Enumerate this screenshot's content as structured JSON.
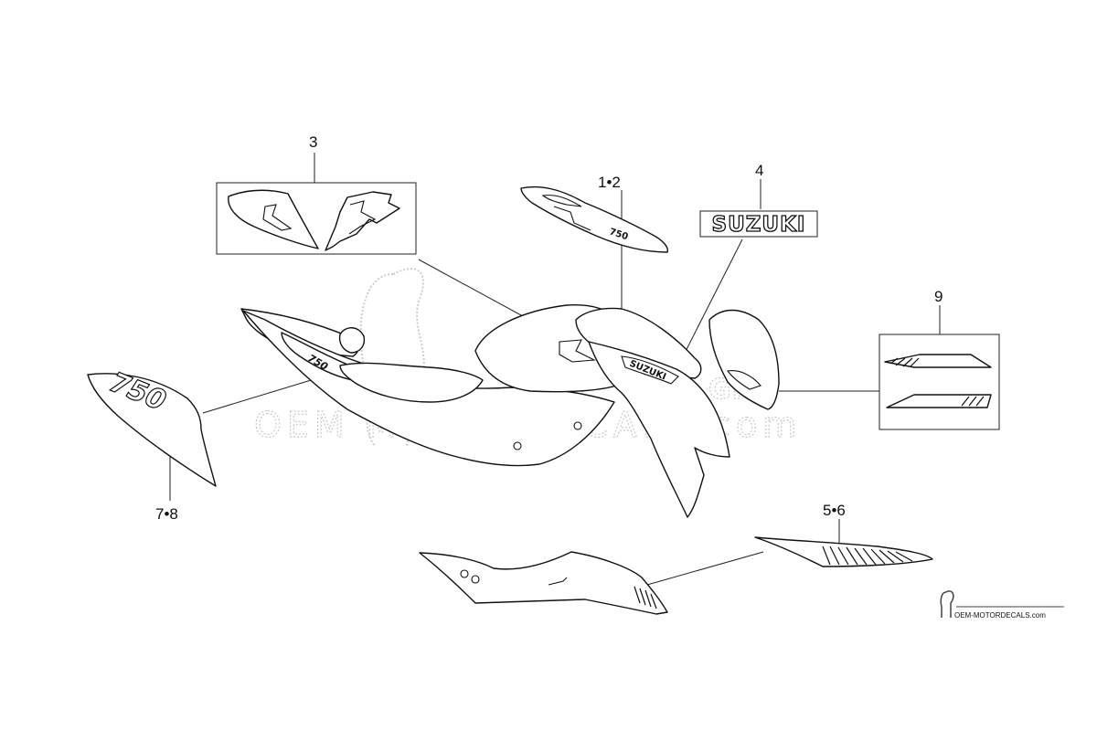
{
  "diagram": {
    "callouts": {
      "c1": "1•2",
      "c3": "3",
      "c4": "4",
      "c56": "5•6",
      "c78": "7•8",
      "c9": "9"
    },
    "decal_texts": {
      "suzuki_emblem": "SUZUKI",
      "tank_brand": "SUZUKI",
      "model_number": "750",
      "tail_model": "750"
    },
    "watermark": {
      "main": "OEM MOTORDECALS.com",
      "side": "GIE"
    },
    "footer": {
      "site": "OEM-MOTORDECALS.com"
    }
  }
}
